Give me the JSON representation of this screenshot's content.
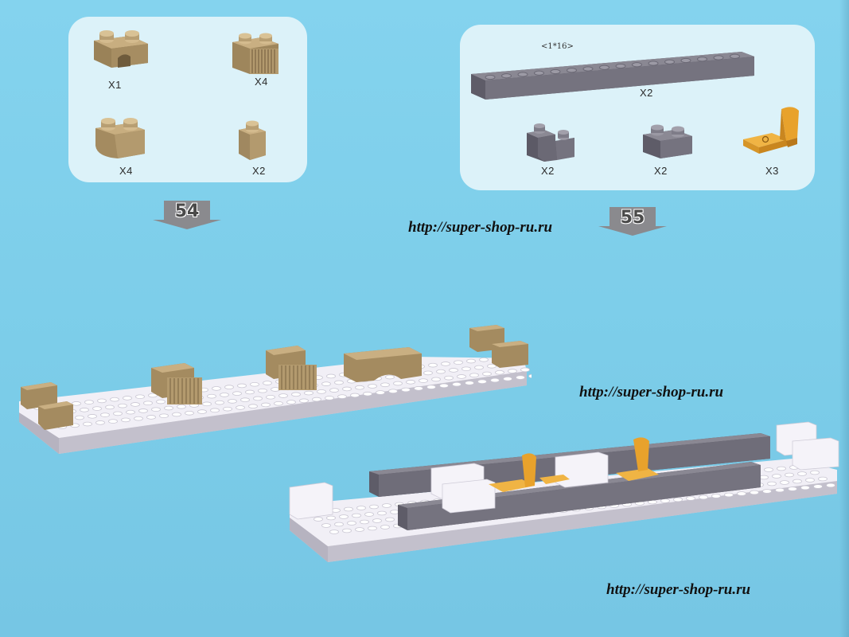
{
  "step_54": {
    "number": "54",
    "parts": [
      {
        "name": "tan-arch-brick",
        "qty": "X1"
      },
      {
        "name": "tan-ribbed-brick",
        "qty": "X4"
      },
      {
        "name": "tan-round-corner-brick",
        "qty": "X4"
      },
      {
        "name": "tan-1x1-brick",
        "qty": "X2"
      }
    ]
  },
  "step_55": {
    "number": "55",
    "long_brick_label": "<1*16>",
    "parts": [
      {
        "name": "gray-1x16-brick",
        "qty": "X2"
      },
      {
        "name": "gray-corner-brick",
        "qty": "X2"
      },
      {
        "name": "gray-1x2-brick",
        "qty": "X2"
      },
      {
        "name": "orange-seat-piece",
        "qty": "X3"
      }
    ]
  },
  "watermarks": [
    "http://super-shop-ru.ru",
    "http://super-shop-ru.ru",
    "http://super-shop-ru.ru"
  ],
  "colors": {
    "background": "#7fcfec",
    "tan": "#b59b6e",
    "gray": "#75737f",
    "orange": "#e8a22c",
    "white_brick": "#f2f0f6"
  }
}
